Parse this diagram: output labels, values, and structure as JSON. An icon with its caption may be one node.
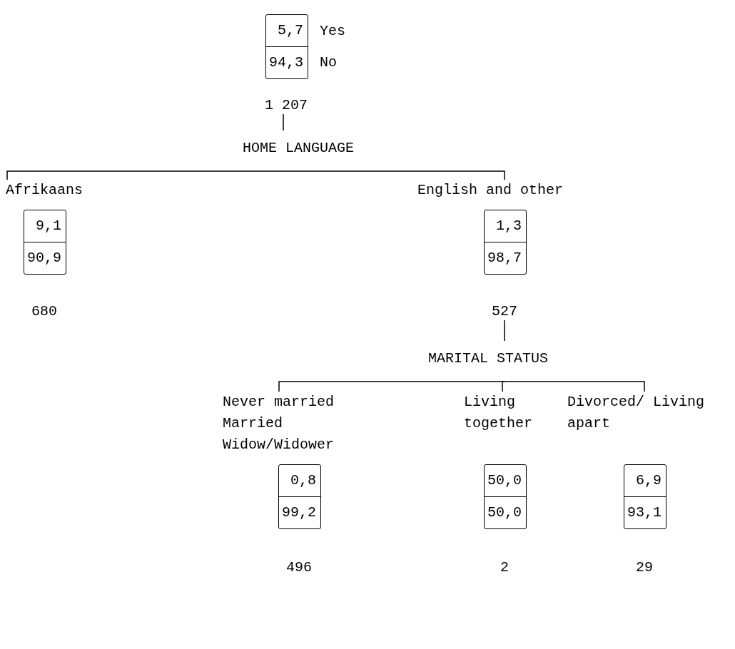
{
  "diagram": {
    "nodes": [
      {
        "text": [
          "5,7",
          "94,3"
        ],
        "beside": [
          "Yes",
          "No",
          "1 207"
        ]
      },
      {
        "text": [
          "HOME LANGUAGE"
        ]
      },
      {
        "text": [
          "Afrikaans",
          "9,1",
          "90,9"
        ],
        "beside": [
          "680"
        ]
      },
      {
        "text": [
          "English and other",
          "1,3",
          "98,7"
        ],
        "beside": [
          "527"
        ]
      },
      {
        "text": [
          "MARITAL STATUS"
        ]
      },
      {
        "text": [
          "Never married Married Widow/Widower",
          "0,8",
          "99,2"
        ],
        "beside": [
          "496"
        ]
      },
      {
        "text": [
          "Living together",
          "50,0",
          "50,0"
        ],
        "beside": [
          "2"
        ]
      },
      {
        "text": [
          "Divorced/ Living apart",
          "6,9",
          "93,1"
        ],
        "beside": [
          "29"
        ]
      }
    ],
    "edges": [
      {
        "from": 0,
        "to": 1,
        "arrow": "none"
      },
      {
        "from": 1,
        "to": 2,
        "arrow": "none"
      },
      {
        "from": 1,
        "to": 3,
        "arrow": "none"
      },
      {
        "from": 3,
        "to": 4,
        "arrow": "none"
      },
      {
        "from": 4,
        "to": 5,
        "arrow": "none"
      },
      {
        "from": 4,
        "to": 6,
        "arrow": "none"
      },
      {
        "from": 4,
        "to": 7,
        "arrow": "none"
      }
    ]
  }
}
